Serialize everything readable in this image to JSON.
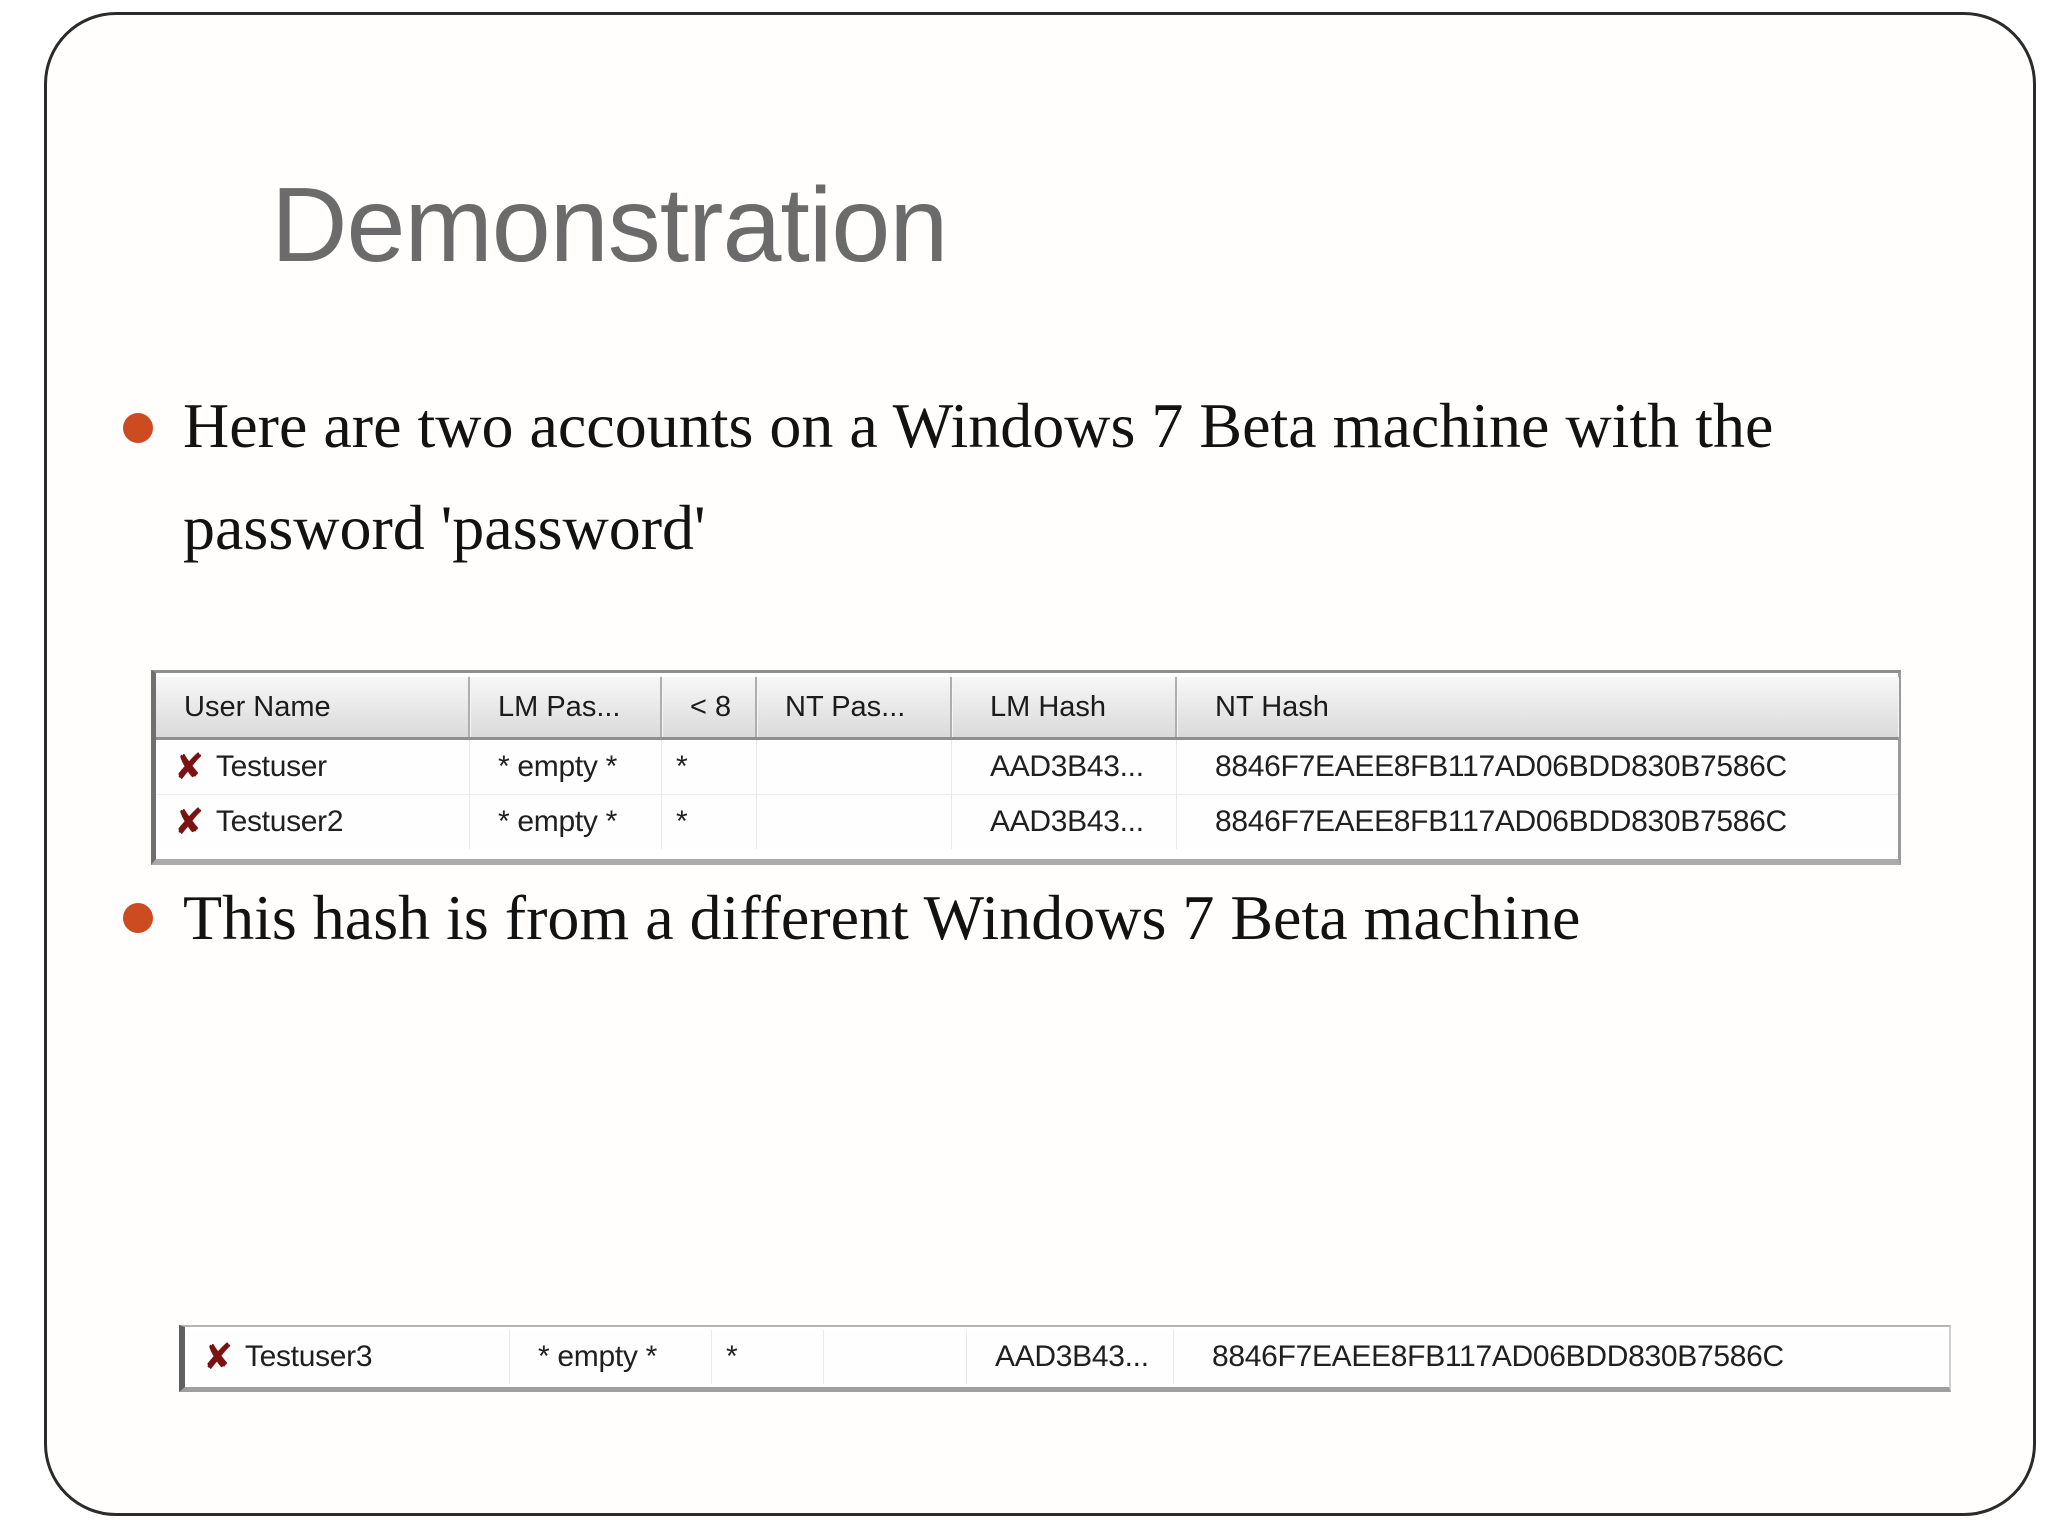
{
  "slide": {
    "title": "Demonstration",
    "bullet1": {
      "line1": "Here are two accounts on a Windows 7 Beta machine with the",
      "line2": "password 'password'"
    },
    "bullet2": "This hash is from a different Windows 7 Beta machine"
  },
  "icons": {
    "x_mark_glyph": "✘"
  },
  "colors": {
    "bullet_accent": "#cc4b20",
    "title_gray": "#6b6b6b",
    "x_mark_red": "#7a1212",
    "table_header_bg": "#dadada",
    "table_border_gray": "#8f8f8f"
  },
  "hash_table": {
    "columns": [
      "User Name",
      "LM Pas...",
      "< 8",
      "NT Pas...",
      "LM Hash",
      "NT Hash"
    ],
    "rows": [
      {
        "icon": "x-mark",
        "user_name": "Testuser",
        "lm_password": "* empty *",
        "lt8": "*",
        "nt_password": "",
        "lm_hash": "AAD3B43...",
        "nt_hash": "8846F7EAEE8FB117AD06BDD830B7586C"
      },
      {
        "icon": "x-mark",
        "user_name": "Testuser2",
        "lm_password": "* empty *",
        "lt8": "*",
        "nt_password": "",
        "lm_hash": "AAD3B43...",
        "nt_hash": "8846F7EAEE8FB117AD06BDD830B7586C"
      }
    ]
  },
  "hash_table_single": {
    "rows": [
      {
        "icon": "x-mark",
        "user_name": "Testuser3",
        "lm_password": "* empty *",
        "lt8": "*",
        "nt_password": "",
        "lm_hash": "AAD3B43...",
        "nt_hash": "8846F7EAEE8FB117AD06BDD830B7586C"
      }
    ]
  }
}
